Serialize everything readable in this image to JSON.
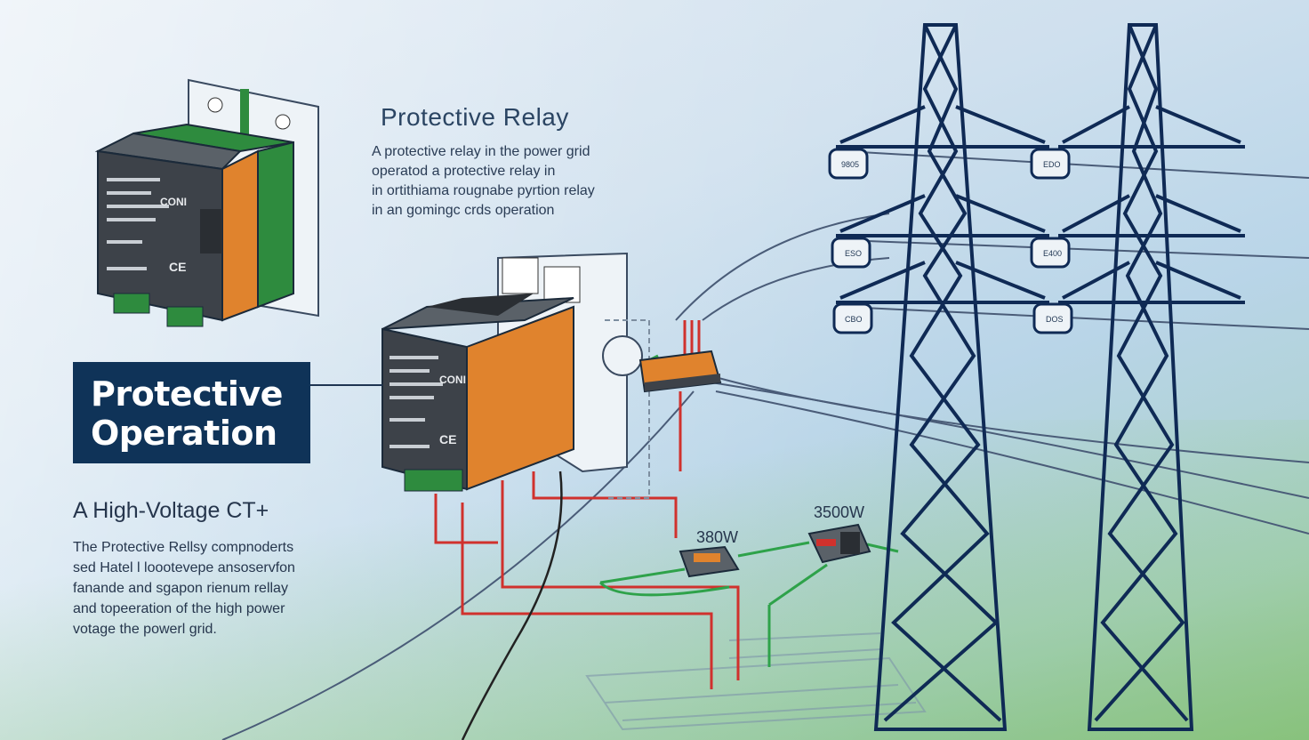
{
  "relay": {
    "title": "Protective Relay",
    "lines": [
      "A protective relay  in the power grid",
      "operatod a protective relay  in",
      "in ortithiama rougnabe pyrtion relay",
      "in an gomingc crds operation"
    ]
  },
  "operation_box": {
    "line1": "Protective",
    "line2": "Operation"
  },
  "ct": {
    "title": "A High-Voltage CT+",
    "lines": [
      "The Protective Rellsy compnoderts",
      "sed Hatel l loootevepe ansoservfon",
      "fanande and sgapon rienum rellay",
      "and topeeration of the high power",
      "votage the powerl grid."
    ]
  },
  "power_labels": {
    "small": "380W",
    "large": "3500W"
  },
  "device_labels": {
    "brand": "CONI",
    "mark": "CE"
  },
  "insulator_labels": [
    "9805",
    "EDO",
    "ESO",
    "E400",
    "CBO",
    "DOS"
  ],
  "colors": {
    "tower": "#0f2a55",
    "relay_orange": "#e0832d",
    "relay_green": "#2e8b3e",
    "relay_body": "#3d4249",
    "wire_red": "#d0312d",
    "wire_green": "#2ea24a",
    "label_box": "#0f3358"
  },
  "icons": [
    "transmission-tower-icon",
    "relay-device-icon",
    "terminal-block-icon",
    "current-transformer-icon"
  ]
}
